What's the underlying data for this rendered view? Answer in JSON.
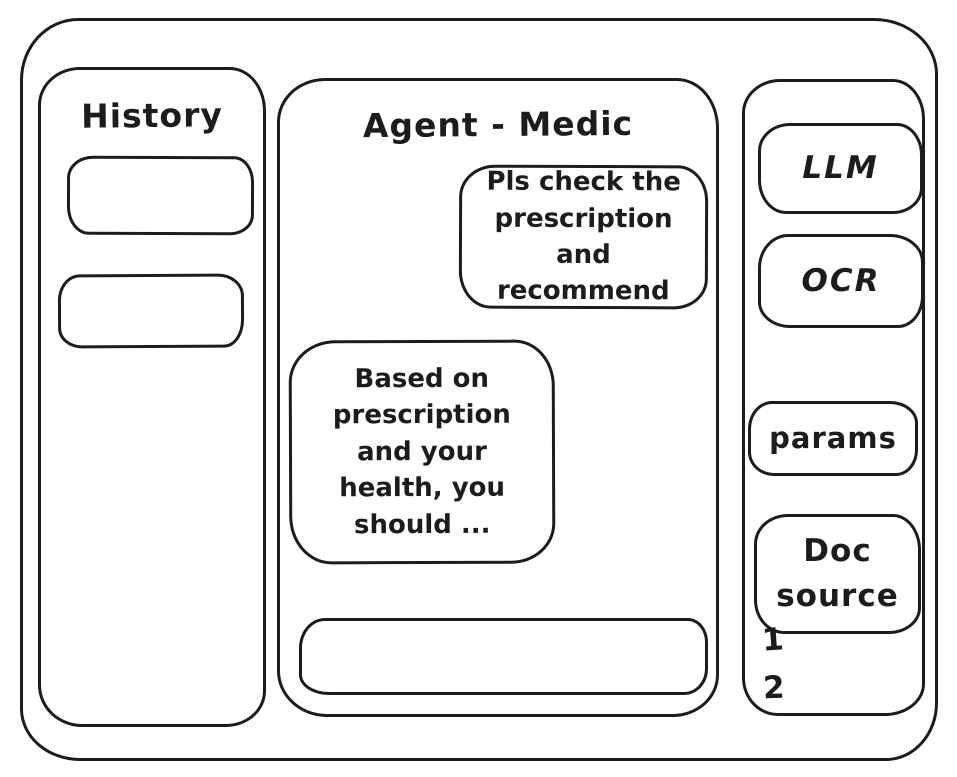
{
  "colors": {
    "ink": "#1c1c1c",
    "background": "#ffffff"
  },
  "history_panel": {
    "title": "History",
    "items": [
      {
        "label": ""
      },
      {
        "label": ""
      }
    ]
  },
  "chat_panel": {
    "title": "Agent - Medic",
    "messages": [
      {
        "role": "user",
        "text": "Pls check the prescription and recommend"
      },
      {
        "role": "assistant",
        "text": "Based on prescription and your health, you should ..."
      }
    ],
    "input": {
      "value": ""
    }
  },
  "tools_panel": {
    "buttons": [
      {
        "label": "LLM"
      },
      {
        "label": "OCR"
      },
      {
        "label": "params"
      },
      {
        "label": "Doc source"
      }
    ],
    "doc_source_list": [
      "1",
      "2"
    ]
  }
}
